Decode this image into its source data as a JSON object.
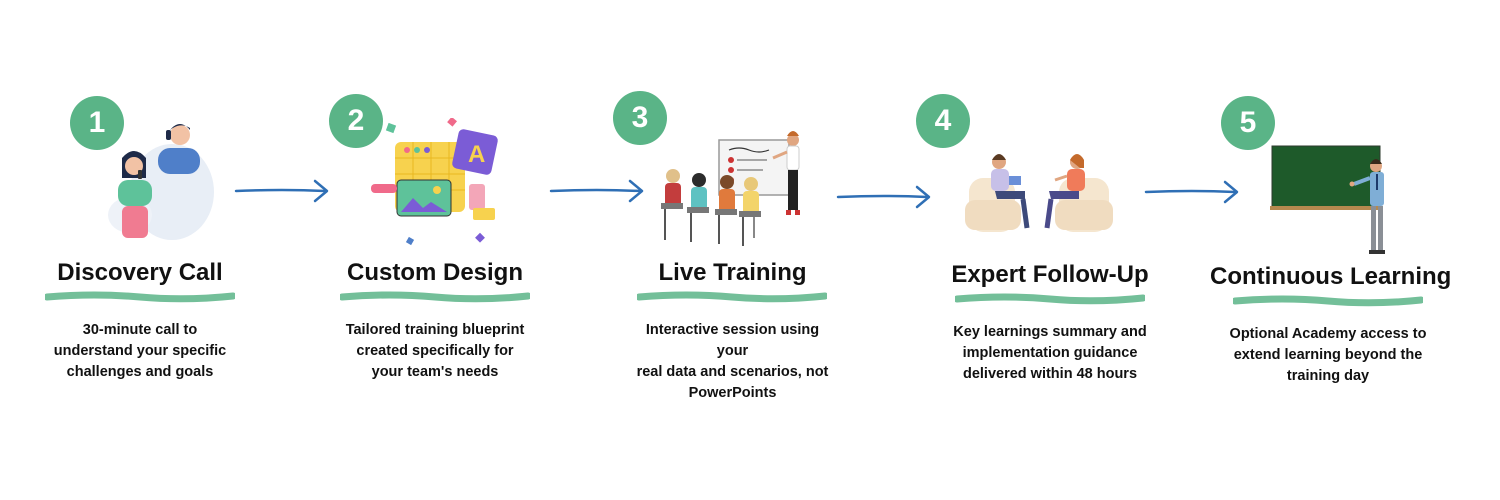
{
  "colors": {
    "accent_green": "#5ab487",
    "arrow_blue": "#2f6fb5",
    "text": "#111111"
  },
  "steps": [
    {
      "number": "1",
      "title": "Discovery Call",
      "description": "30-minute call to\nunderstand your specific\nchallenges and goals",
      "illustration": "phone-call-people-icon"
    },
    {
      "number": "2",
      "title": "Custom Design",
      "description": "Tailored training blueprint\ncreated specifically for\nyour team's needs",
      "illustration": "design-elements-icon"
    },
    {
      "number": "3",
      "title": "Live Training",
      "description": "Interactive session using your\nreal data and scenarios, not\nPowerPoints",
      "illustration": "classroom-presentation-icon"
    },
    {
      "number": "4",
      "title": "Expert Follow-Up",
      "description": "Key learnings summary and\nimplementation guidance\ndelivered within 48 hours",
      "illustration": "consultation-meeting-icon"
    },
    {
      "number": "5",
      "title": "Continuous Learning",
      "description": "Optional Academy access to\nextend learning beyond the\ntraining day",
      "illustration": "teacher-blackboard-icon"
    }
  ]
}
